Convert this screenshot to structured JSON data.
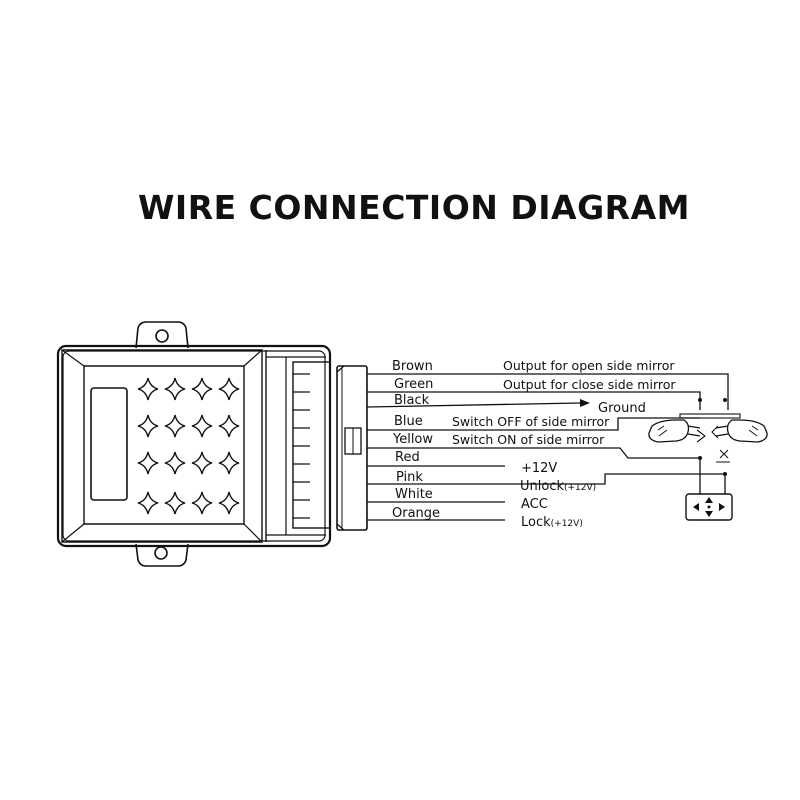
{
  "title": "WIRE CONNECTION DIAGRAM",
  "wires": [
    {
      "color": "Brown",
      "function": "Output for open side mirror"
    },
    {
      "color": "Green",
      "function": "Output for close side mirror"
    },
    {
      "color": "Black",
      "function": "Ground"
    },
    {
      "color": "Blue",
      "function": "Switch OFF of side mirror"
    },
    {
      "color": "Yellow",
      "function": "Switch ON of side mirror"
    },
    {
      "color": "Red",
      "function": "+12V"
    },
    {
      "color": "Pink",
      "function": "Unlock",
      "note": "(+12V)"
    },
    {
      "color": "White",
      "function": "ACC"
    },
    {
      "color": "Orange",
      "function": "Lock",
      "note": "(+12V)"
    }
  ],
  "icons": {
    "module": "control-module-icon",
    "connector": "wire-connector-icon",
    "mirror_left": "side-mirror-icon",
    "mirror_right": "side-mirror-icon",
    "switch": "direction-switch-icon"
  }
}
